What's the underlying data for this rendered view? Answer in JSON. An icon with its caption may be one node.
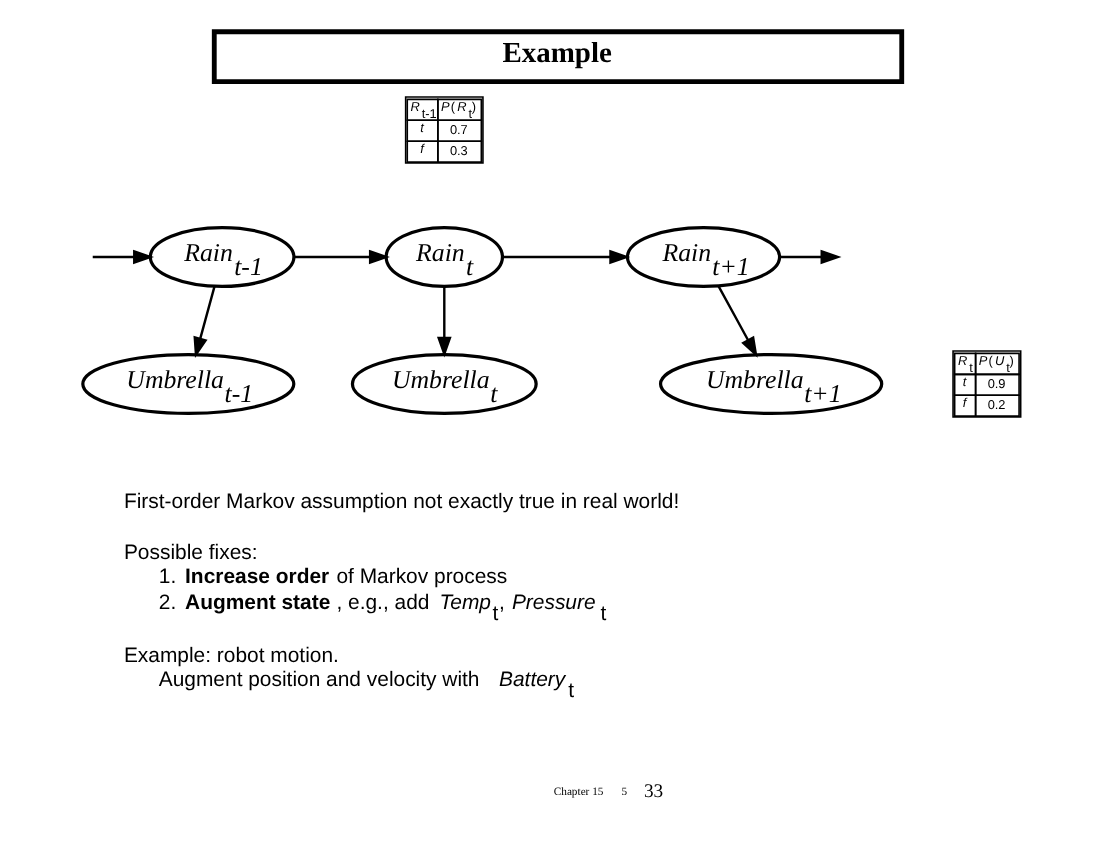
{
  "diagram": {
    "title": "Example",
    "nodes": [
      {
        "text": [
          "Rain$_{t-1}$"
        ]
      },
      {
        "text": [
          "Rain$_{t}$"
        ]
      },
      {
        "text": [
          "Rain$_{t+1}$"
        ]
      },
      {
        "text": [
          "Umbrella$_{t-1}$"
        ]
      },
      {
        "text": [
          "Umbrella$_{t}$"
        ]
      },
      {
        "text": [
          "Umbrella$_{t+1}$"
        ]
      }
    ],
    "edges": [
      {
        "from": null,
        "to": 0,
        "arrow": "to"
      },
      {
        "from": 0,
        "to": 1,
        "arrow": "to"
      },
      {
        "from": 1,
        "to": 2,
        "arrow": "to"
      },
      {
        "from": 2,
        "to": null,
        "arrow": "to"
      },
      {
        "from": 0,
        "to": 3,
        "arrow": "to"
      },
      {
        "from": 1,
        "to": 4,
        "arrow": "to"
      },
      {
        "from": 2,
        "to": 5,
        "arrow": "to"
      }
    ],
    "labels": [
      "*R*$_{t-1}$",
      "*P*(*R*$_{t}$)",
      "*t*",
      "0.7",
      "*f*",
      "0.3",
      "*R*$_{t}$",
      "*P*(*U*$_{t}$)",
      "*t*",
      "0.9",
      "*f*",
      "0.2",
      "First-order Markov assumption not exactly true in real world!",
      "Possible fixes:",
      "1. **Increase order** of Markov process",
      "2. **Augment state**, e.g., add *Temp*$_{t}$, *Pressure*$_{t}$",
      "Example: robot motion.",
      "Augment position and velocity with *Battery*$_{t}$",
      "Chapter 15",
      "5",
      "33"
    ]
  }
}
